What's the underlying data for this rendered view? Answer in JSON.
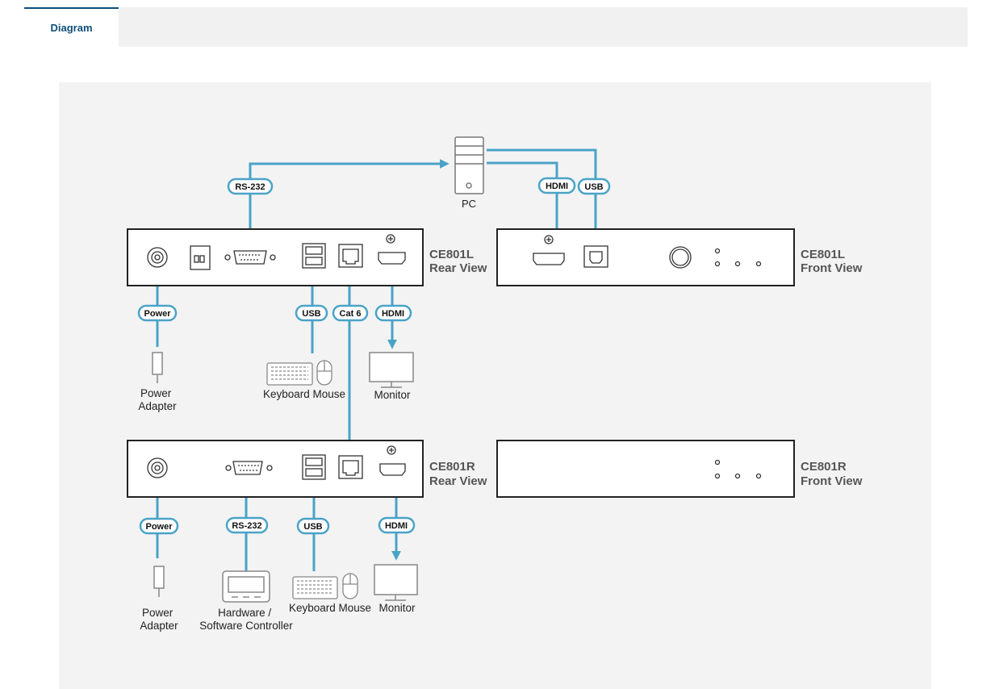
{
  "tabs": [
    {
      "label": "Diagram",
      "active": true
    }
  ],
  "colors": {
    "accent": "#0e4f78",
    "cable": "#4aa3c7",
    "device": "#222222"
  },
  "diagram": {
    "pc_label": "PC",
    "local_rear_title": [
      "CE801L",
      "Rear View"
    ],
    "local_front_title": [
      "CE801L",
      "Front View"
    ],
    "remote_rear_title": [
      "CE801R",
      "Rear View"
    ],
    "remote_front_title": [
      "CE801R",
      "Front View"
    ],
    "cables": {
      "rs232_top": "RS-232",
      "hdmi_pc": "HDMI",
      "usb_pc": "USB",
      "power_local": "Power",
      "usb_local": "USB",
      "cat6": "Cat 6",
      "hdmi_local": "HDMI",
      "power_remote": "Power",
      "rs232_remote": "RS-232",
      "usb_remote": "USB",
      "hdmi_remote": "HDMI"
    },
    "peripherals": {
      "power_adapter_local": [
        "Power",
        "Adapter"
      ],
      "keyboard_mouse_local": "Keyboard Mouse",
      "monitor_local": "Monitor",
      "power_adapter_remote": [
        "Power",
        "Adapter"
      ],
      "controller_remote": [
        "Hardware /",
        "Software Controller"
      ],
      "keyboard_mouse_remote": "Keyboard Mouse",
      "monitor_remote": "Monitor"
    }
  }
}
